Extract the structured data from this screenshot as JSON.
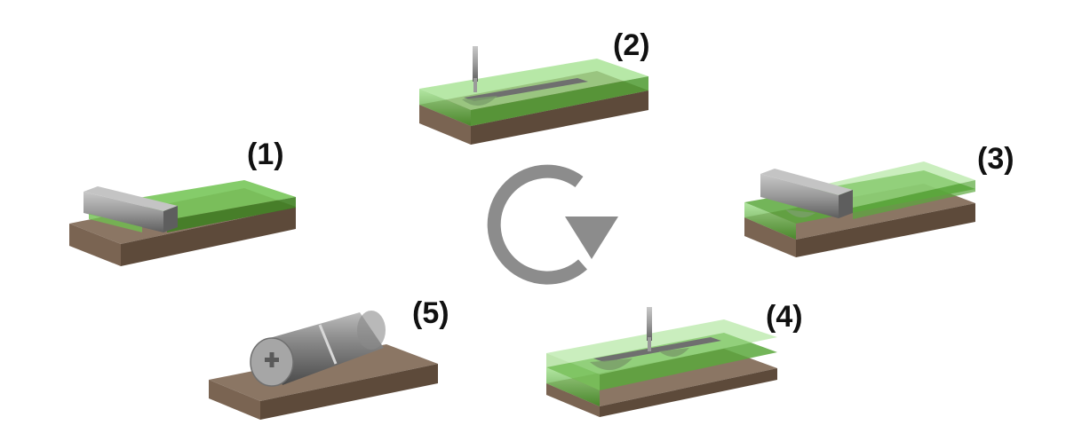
{
  "steps": [
    {
      "label": "(1)",
      "icon": "blade-coater-on-substrate"
    },
    {
      "label": "(2)",
      "icon": "laser-scribe-on-green-layer"
    },
    {
      "label": "(3)",
      "icon": "blade-coater-on-layered-substrate"
    },
    {
      "label": "(4)",
      "icon": "laser-scribe-on-multilayer"
    },
    {
      "label": "(5)",
      "icon": "rolled-cylinder-on-substrate"
    }
  ],
  "cycle_icon": "circular-arrow-clockwise",
  "colors": {
    "substrate_top": "#8b7664",
    "substrate_front": "#7a6452",
    "substrate_side": "#5d4a3a",
    "green_layer": "#6fbf4f",
    "green_dark": "#3d7a1e",
    "metal": "#9a9a9a",
    "metal_dark": "#6f6f6f",
    "cycle_arrow": "#8c8c8c",
    "label_text": "#111111"
  }
}
